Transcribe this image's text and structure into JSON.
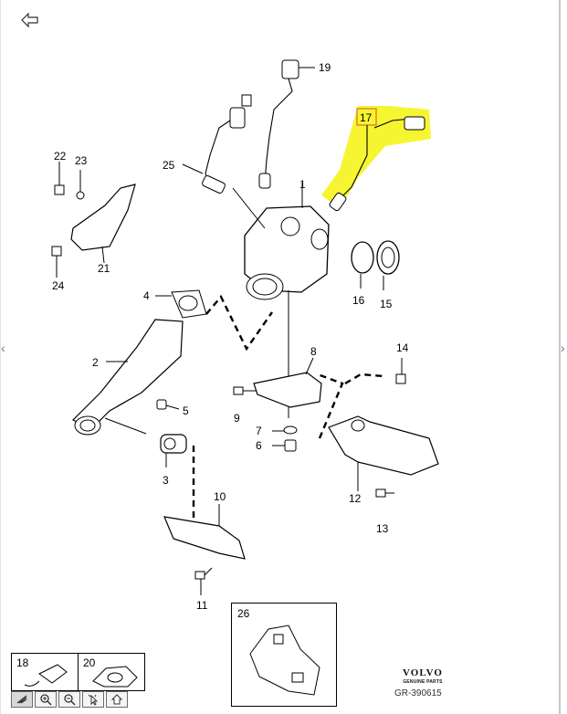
{
  "callouts": {
    "c1": "1",
    "c2": "2",
    "c3": "3",
    "c4": "4",
    "c5": "5",
    "c6": "6",
    "c7": "7",
    "c8": "8",
    "c9": "9",
    "c10": "10",
    "c11": "11",
    "c12": "12",
    "c13": "13",
    "c14": "14",
    "c15": "15",
    "c16": "16",
    "c17": "17",
    "c19": "19",
    "c21": "21",
    "c22": "22",
    "c23": "23",
    "c24": "24",
    "c25": "25"
  },
  "insets": {
    "i18": "18",
    "i20": "20",
    "i26": "26"
  },
  "brand": {
    "name": "VOLVO",
    "tagline": "GENUINE PARTS"
  },
  "diagram_id": "GR-390615",
  "colors": {
    "highlight": "#f5f531",
    "highlight_box": "#e8862a",
    "line": "#000000"
  },
  "toolbar": [
    {
      "icon": "pan-icon"
    },
    {
      "icon": "zoom-in-icon"
    },
    {
      "icon": "zoom-out-icon"
    },
    {
      "icon": "select-pointer-icon"
    },
    {
      "icon": "home-icon"
    }
  ]
}
